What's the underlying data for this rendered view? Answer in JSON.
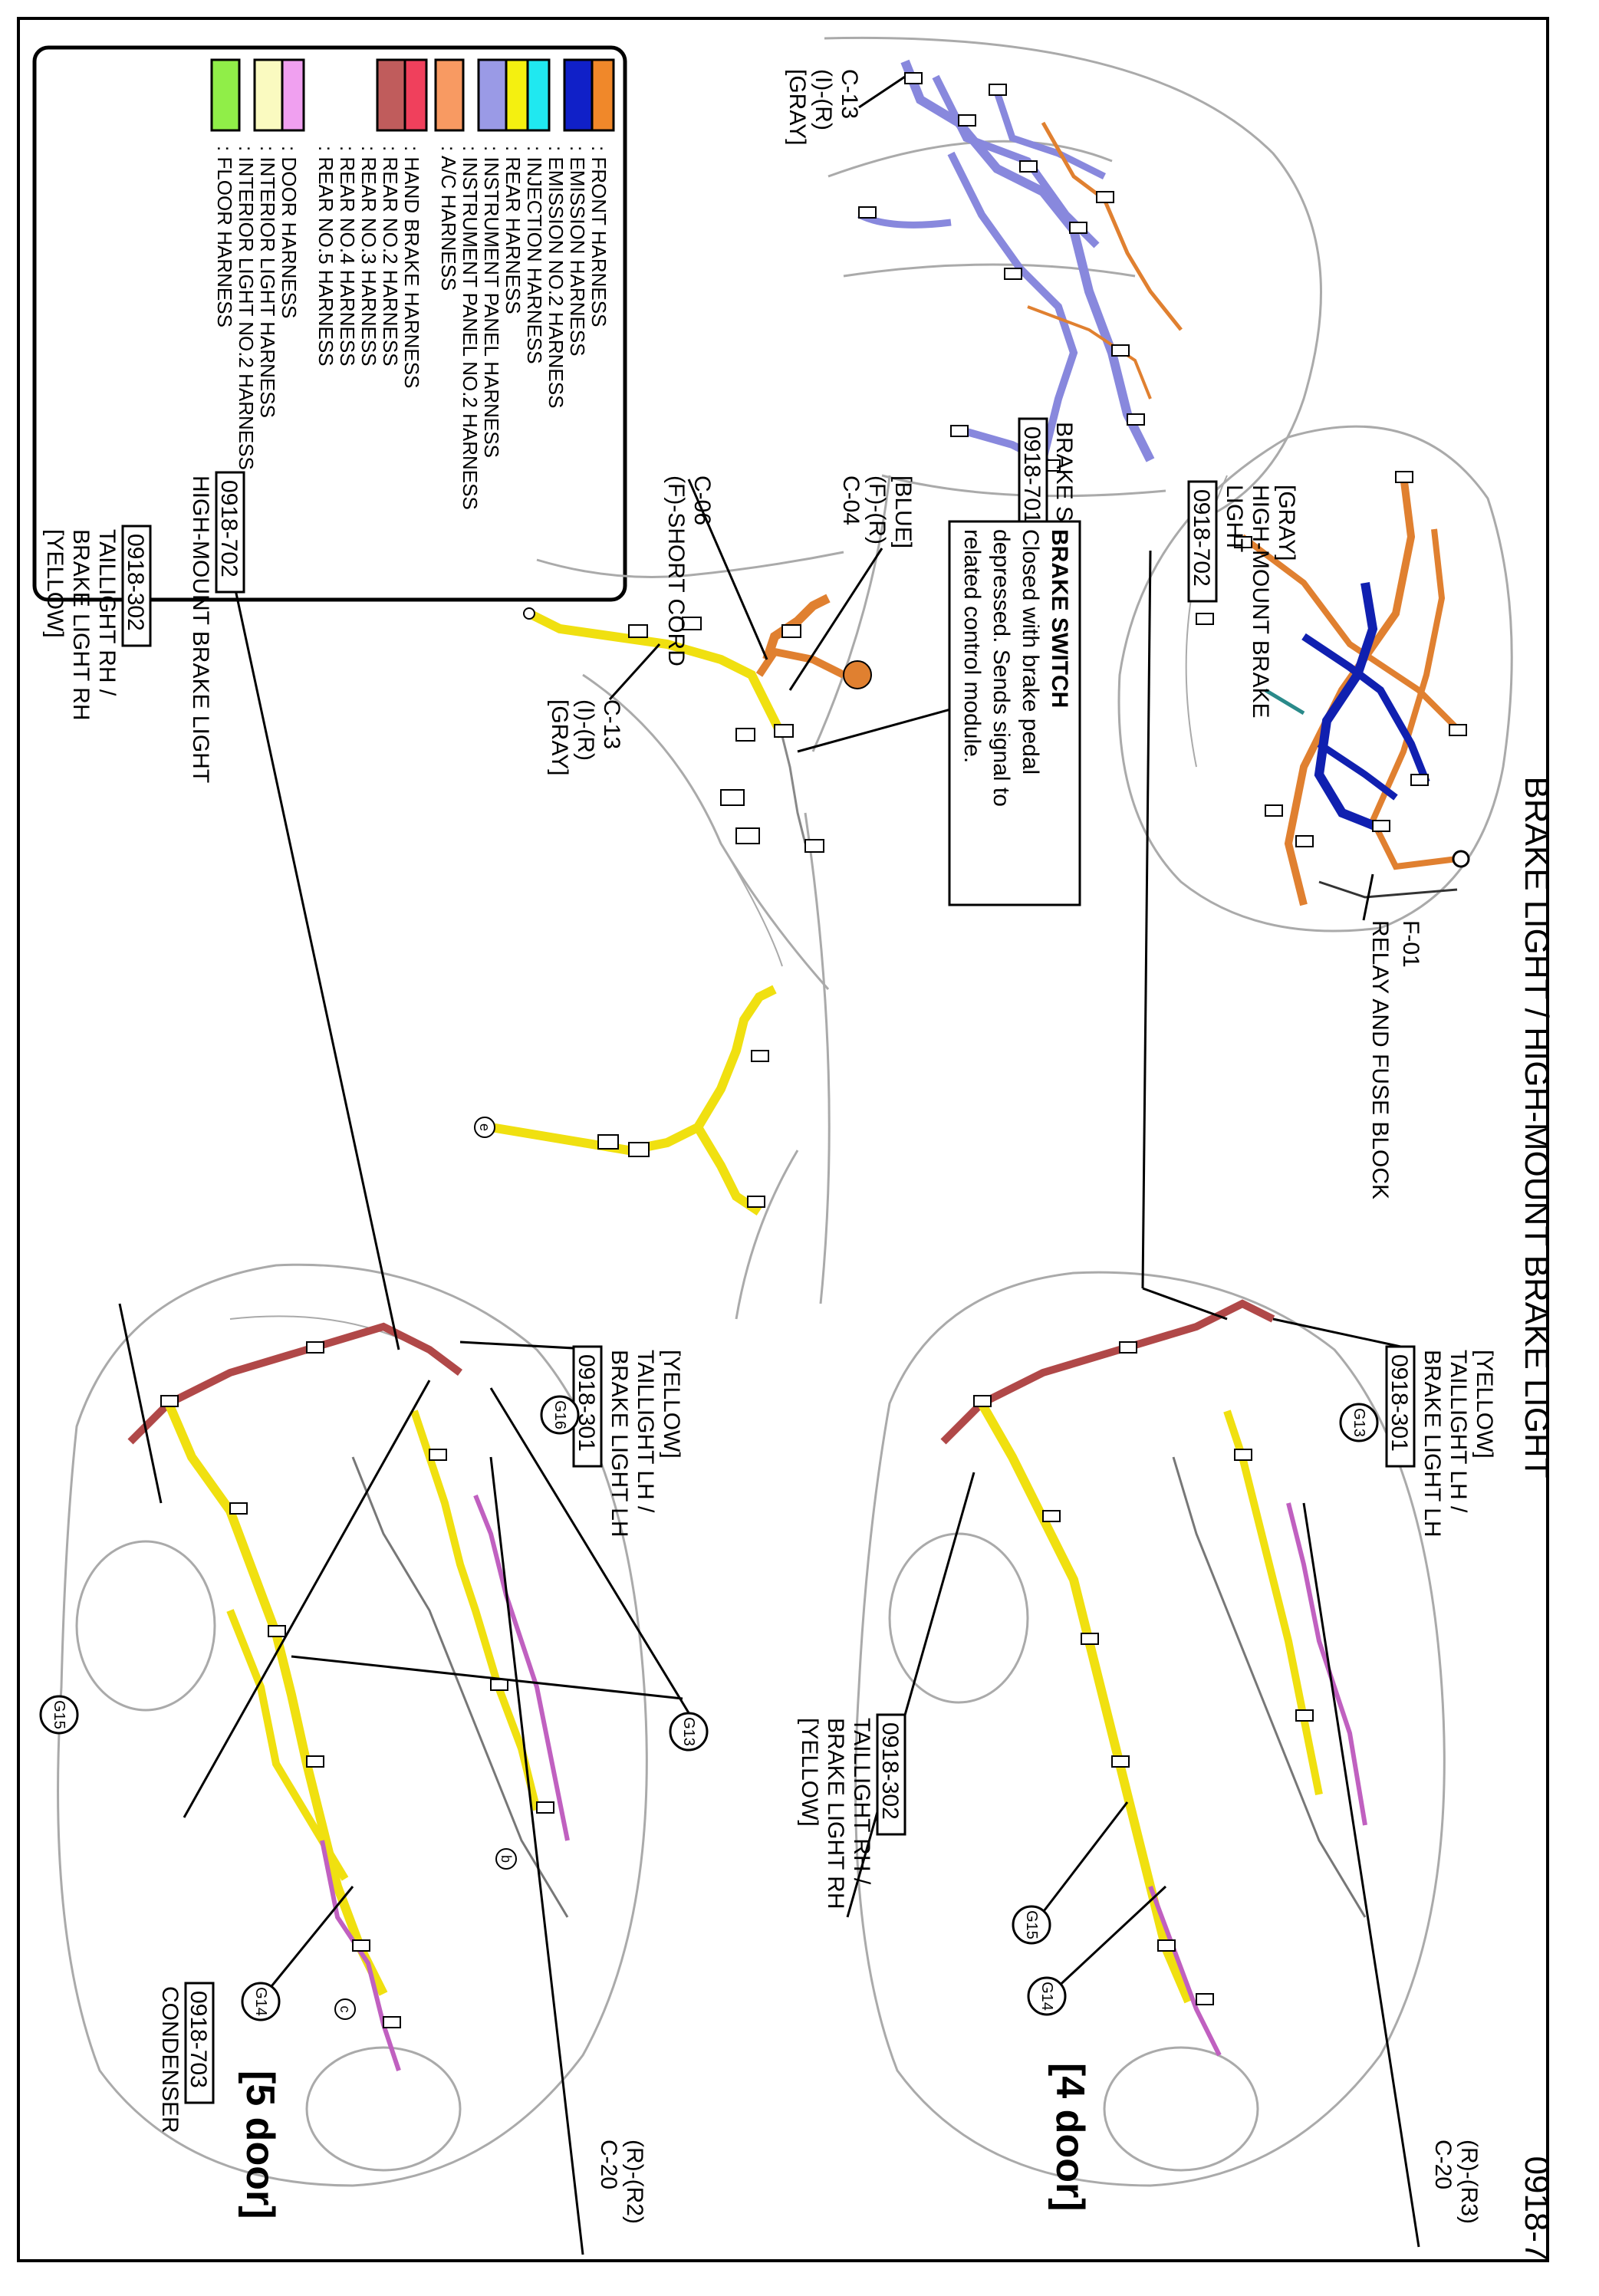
{
  "title": "BRAKE LIGHT / HIGH-MOUNT BRAKE LIGHT",
  "page_number": "0918-7",
  "legend": [
    {
      "color": "#f0882a",
      "label": ": FRONT HARNESS"
    },
    {
      "color": "#1020c8",
      "label": ": EMISSION HARNESS"
    },
    {
      "color": "#1020c8",
      "label": ": EMISSION NO.2 HARNESS"
    },
    {
      "color": "#20e8f0",
      "label": ": INJECTION HARNESS"
    },
    {
      "color": "#f4f010",
      "label": ": REAR HARNESS"
    },
    {
      "color": "#9a9ae6",
      "label": ": INSTRUMENT PANEL HARNESS"
    },
    {
      "color": "#9a9ae6",
      "label": ": INSTRUMENT PANEL NO.2 HARNESS"
    },
    {
      "color": "#f89a62",
      "label": ": A/C HARNESS"
    },
    {
      "color": "#f0405c",
      "label": ": HAND BRAKE HARNESS"
    },
    {
      "color": "#c05c5c",
      "label": ": REAR NO.2 HARNESS"
    },
    {
      "color": "#c05c5c",
      "label": ": REAR NO.3 HARNESS"
    },
    {
      "color": "#c05c5c",
      "label": ": REAR NO.4 HARNESS"
    },
    {
      "color": "#c05c5c",
      "label": ": REAR NO.5 HARNESS"
    },
    {
      "color": "#f0a0f0",
      "label": ": DOOR HARNESS"
    },
    {
      "color": "#fafac0",
      "label": ": INTERIOR LIGHT HARNESS"
    },
    {
      "color": "#fafac0",
      "label": ": INTERIOR LIGHT NO.2 HARNESS"
    },
    {
      "color": "#90ee48",
      "label": ": FLOOR HARNESS"
    }
  ],
  "labels": {
    "c13_top": [
      "C-13",
      "(I)-(R)",
      "[GRAY]"
    ],
    "c06": [
      "C-06",
      "(F)-SHORT CORD"
    ],
    "c04": [
      "[BLUE]",
      "(F)-(R)",
      "C-04"
    ],
    "c13_mid": [
      "C-13",
      "(I)-(R)",
      "[GRAY]"
    ],
    "brake_switch_name": "BRAKE SWITCH",
    "brake_switch_code": "0918-701",
    "note_title": "BRAKE SWITCH",
    "note_lines": [
      "Closed with brake pedal",
      "depressed. Sends signal to",
      "related control module."
    ],
    "f01": [
      "F-01",
      "RELAY AND FUSE BLOCK"
    ],
    "hmbl_4door": [
      "[GRAY]",
      "HIGH-MOUNT BRAKE",
      "LIGHT"
    ],
    "hmbl_4door_code": "0918-702",
    "hmbl_5door_code": "0918-702",
    "hmbl_5door": "HIGH-MOUNT BRAKE LIGHT",
    "tail_rh_5door_code": "0918-302",
    "tail_rh_5door": [
      "TAILLIGHT RH /",
      "BRAKE LIGHT RH",
      "[YELLOW]"
    ],
    "tail_lh_5door": [
      "[YELLOW]",
      "TAILLIGHT LH /",
      "BRAKE LIGHT LH"
    ],
    "tail_lh_5door_code": "0918-301",
    "tail_lh_4door": [
      "[YELLOW]",
      "TAILLIGHT LH /",
      "BRAKE LIGHT LH"
    ],
    "tail_lh_4door_code": "0918-301",
    "tail_rh_4door_code": "0918-302",
    "tail_rh_4door": [
      "TAILLIGHT RH /",
      "BRAKE LIGHT RH",
      "[YELLOW]"
    ],
    "condenser_code": "0918-703",
    "condenser": "CONDENSER",
    "c20_5door": [
      "(R)-(R2)",
      "C-20"
    ],
    "c20_4door": [
      "(R)-(R3)",
      "C-20"
    ],
    "door5": "[5 door]",
    "door4": "[4 door]",
    "g16": "G16",
    "g13": "G13",
    "g15": "G15",
    "g14": "G14",
    "g13_4": "G13",
    "g15_4": "G15",
    "g14_4": "G14",
    "b": "b",
    "c": "c",
    "e": "e"
  }
}
